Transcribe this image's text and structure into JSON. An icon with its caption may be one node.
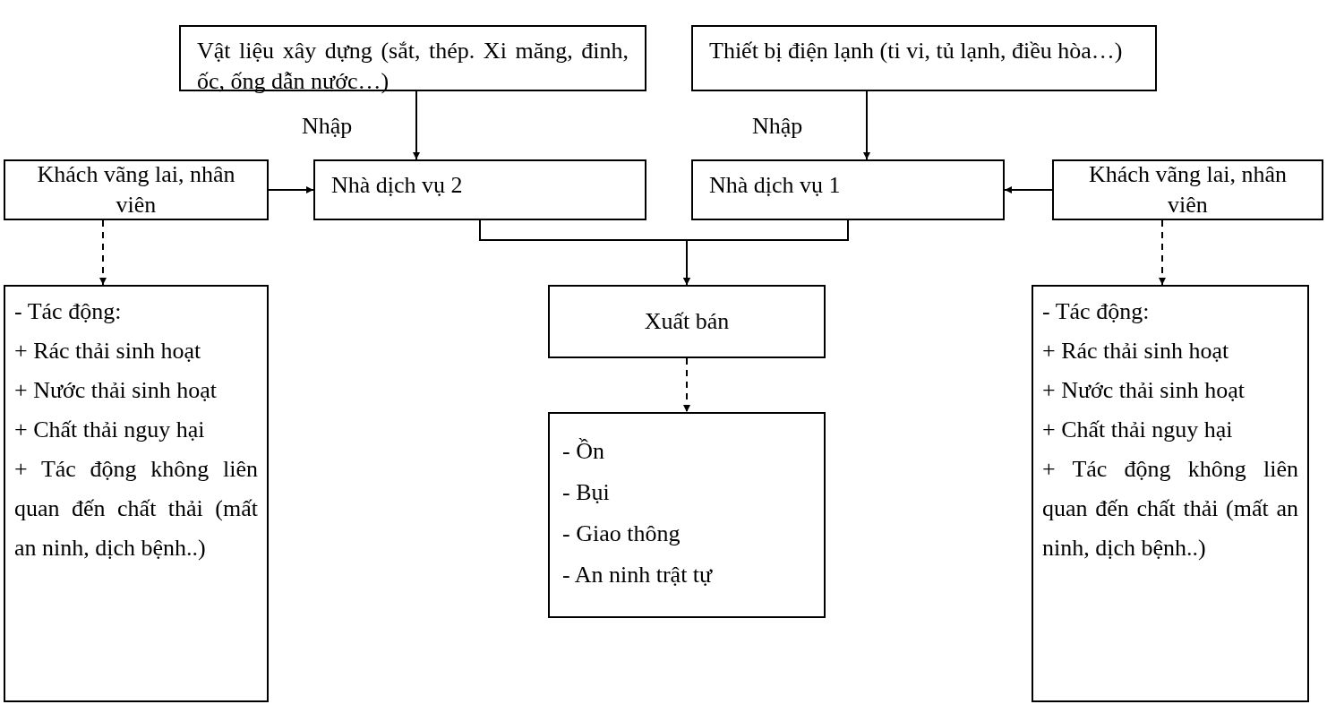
{
  "diagram": {
    "nodes": [
      {
        "text": [
          "Vật liệu xây dựng (sắt, thép. Xi măng, đinh, ốc, ống dẫn nước…)"
        ]
      },
      {
        "text": [
          "Thiết bị điện lạnh (ti vi, tủ lạnh, điều hòa…)"
        ]
      },
      {
        "text": [
          "Khách vãng lai, nhân viên"
        ]
      },
      {
        "text": [
          "Nhà dịch vụ 2"
        ]
      },
      {
        "text": [
          "Nhà dịch vụ 1"
        ]
      },
      {
        "text": [
          "Khách vãng lai, nhân viên"
        ]
      },
      {
        "text": [
          "- Tác động:",
          "+ Rác thải sinh hoạt",
          "+ Nước thải sinh hoạt",
          "+ Chất thải nguy hại",
          "+ Tác động không liên quan đến chất thải (mất an ninh, dịch bệnh..)"
        ]
      },
      {
        "text": [
          "Xuất bán"
        ]
      },
      {
        "text": [
          "- Ồn",
          "- Bụi",
          "- Giao thông",
          "- An ninh trật tự"
        ]
      },
      {
        "text": [
          "- Tác động:",
          "+ Rác thải sinh hoạt",
          "+ Nước thải sinh hoạt",
          "+ Chất thải nguy hại",
          "+ Tác động không liên quan đến chất thải (mất an ninh, dịch bệnh..)"
        ]
      }
    ],
    "edges": [
      {
        "from": 0,
        "to": 3,
        "arrow": "to",
        "label": "Nhập"
      },
      {
        "from": 1,
        "to": 4,
        "arrow": "to",
        "label": "Nhập"
      },
      {
        "from": 2,
        "to": 3,
        "arrow": "to"
      },
      {
        "from": 5,
        "to": 4,
        "arrow": "to"
      },
      {
        "from": 3,
        "to": 7,
        "arrow": "to"
      },
      {
        "from": 4,
        "to": 7,
        "arrow": "to"
      },
      {
        "from": 2,
        "to": 6,
        "arrow": "to",
        "style": "dashed"
      },
      {
        "from": 5,
        "to": 9,
        "arrow": "to",
        "style": "dashed"
      },
      {
        "from": 7,
        "to": 8,
        "arrow": "to",
        "style": "dashed"
      }
    ]
  }
}
